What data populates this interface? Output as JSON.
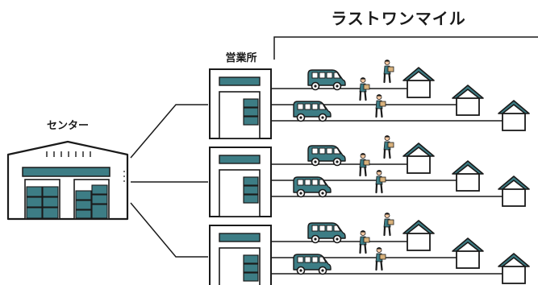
{
  "labels": {
    "last_mile": "ラストワンマイル",
    "branch_office": "営業所",
    "center": "センター"
  },
  "colors": {
    "teal": "#3d7d85",
    "teal_light": "#6a9ea5",
    "line": "#1a1a1a",
    "skin": "#f2c6a0",
    "box": "#d9b27c"
  },
  "icons": [
    "warehouse-icon",
    "branch-office-icon",
    "van-icon",
    "delivery-worker-icon",
    "house-icon"
  ]
}
